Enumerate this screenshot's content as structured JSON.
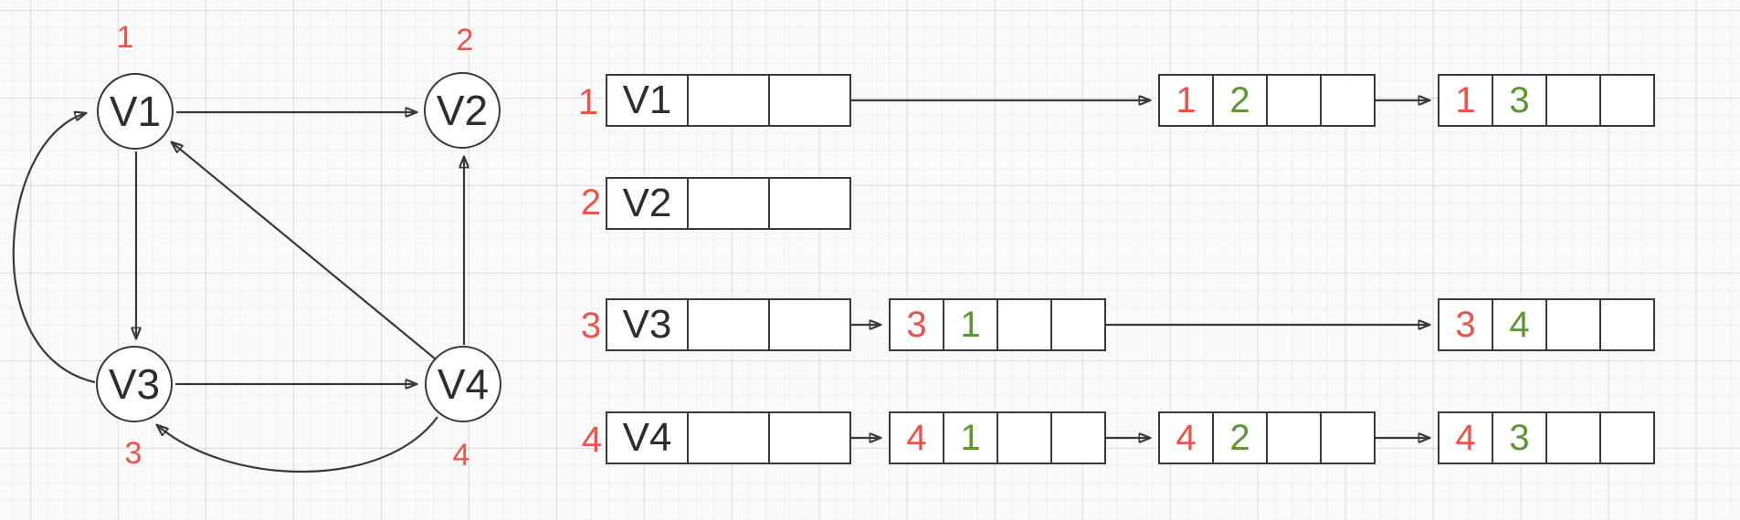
{
  "palette": {
    "red": "#ee5248",
    "green": "#5b9632",
    "stroke": "#36393d",
    "background": "#fafafa"
  },
  "graph": {
    "vertices": [
      {
        "id": "V1",
        "index": "1"
      },
      {
        "id": "V2",
        "index": "2"
      },
      {
        "id": "V3",
        "index": "3"
      },
      {
        "id": "V4",
        "index": "4"
      }
    ],
    "edges": [
      {
        "from": "V1",
        "to": "V2"
      },
      {
        "from": "V1",
        "to": "V3"
      },
      {
        "from": "V3",
        "to": "V1"
      },
      {
        "from": "V3",
        "to": "V4"
      },
      {
        "from": "V4",
        "to": "V1"
      },
      {
        "from": "V4",
        "to": "V2"
      },
      {
        "from": "V4",
        "to": "V3"
      }
    ]
  },
  "adjacency_list": {
    "rows": [
      {
        "index": "1",
        "vertex": "V1",
        "arcs": [
          {
            "tail": "1",
            "head": "2"
          },
          {
            "tail": "1",
            "head": "3"
          }
        ]
      },
      {
        "index": "2",
        "vertex": "V2",
        "arcs": []
      },
      {
        "index": "3",
        "vertex": "V3",
        "arcs": [
          {
            "tail": "3",
            "head": "1"
          },
          {
            "tail": "3",
            "head": "4"
          }
        ]
      },
      {
        "index": "4",
        "vertex": "V4",
        "arcs": [
          {
            "tail": "4",
            "head": "1"
          },
          {
            "tail": "4",
            "head": "2"
          },
          {
            "tail": "4",
            "head": "3"
          }
        ]
      }
    ]
  }
}
